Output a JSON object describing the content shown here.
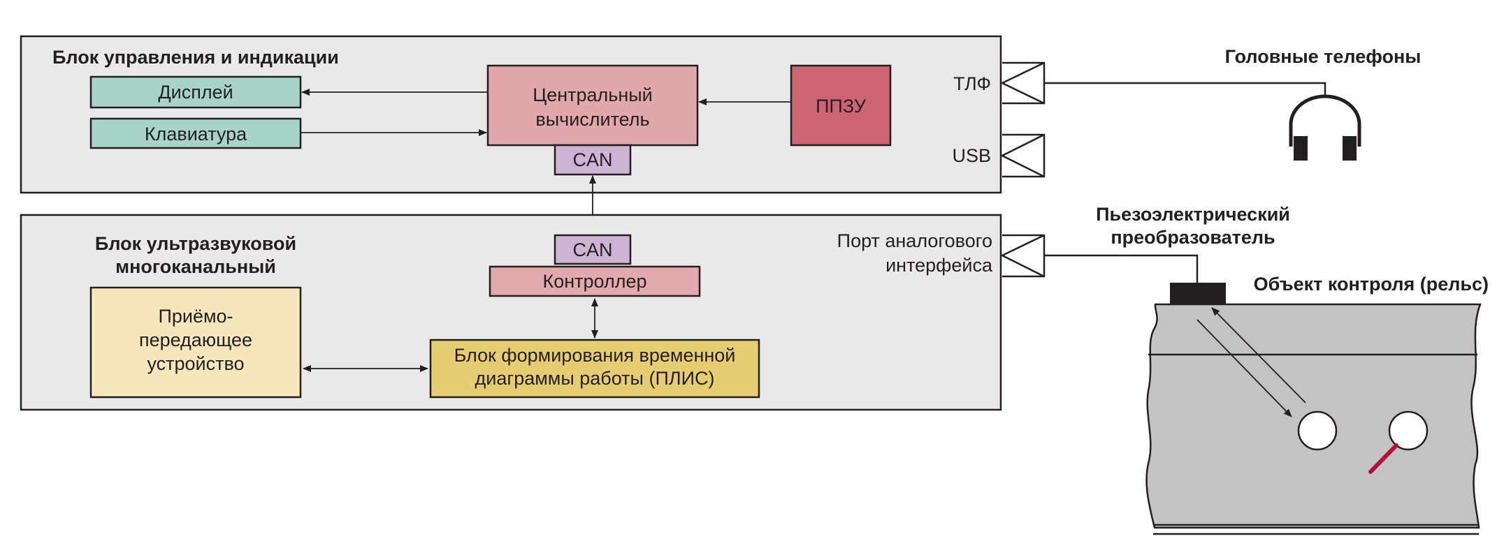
{
  "colors": {
    "panel": "#e9e9ea",
    "display": "#a7d3c9",
    "cpu": "#e0a8ab",
    "ppzu": "#cd6473",
    "can": "#cdb3d4",
    "controller": "#e2aaae",
    "transceiver": "#f5e6bb",
    "timing": "#e6cd72",
    "rail": "#c3c3c4",
    "defect": "#b5123b"
  },
  "control_unit": {
    "title": "Блок управления и индикации",
    "display": "Дисплей",
    "keyboard": "Клавиатура",
    "cpu_line1": "Центральный",
    "cpu_line2": "вычислитель",
    "can": "CAN",
    "ppzu": "ППЗУ",
    "port_tlf": "ТЛФ",
    "port_usb": "USB"
  },
  "ultrasonic_unit": {
    "title_line1": "Блок ультразвуковой",
    "title_line2": "многоканальный",
    "can": "CAN",
    "controller": "Контроллер",
    "transceiver_line1": "Приёмо-",
    "transceiver_line2": "передающее",
    "transceiver_line3": "устройство",
    "timing_line1": "Блок формирования временной",
    "timing_line2": "диаграммы работы (ПЛИС)",
    "analog_port_line1": "Порт аналогового",
    "analog_port_line2": "интерфейса"
  },
  "external": {
    "headphones": "Головные телефоны",
    "transducer_line1": "Пьезоэлектрический",
    "transducer_line2": "преобразователь",
    "test_object": "Объект контроля (рельс)"
  }
}
